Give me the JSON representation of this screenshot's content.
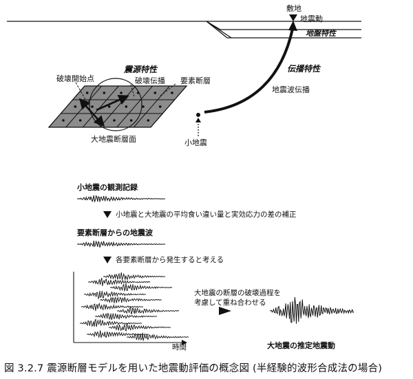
{
  "labels": {
    "site": "敷地",
    "ground_motion": "地震動",
    "site_effect": "地盤特性",
    "propagation_effect": "伝播特性",
    "source_effect": "震源特性",
    "rupture_start": "破壊開始点",
    "rupture_propagation": "破壊伝播",
    "element_fault": "要素断層",
    "wave_propagation": "地震波伝播",
    "large_fault_plane": "大地震断層面",
    "small_earthquake": "小地震"
  },
  "flow": {
    "step1": "小地震の観測記録",
    "note1": "小地震と大地震の平均食い違い量と実効応力の差の補正",
    "step2": "要素断層からの地震波",
    "note2": "各要素断層から発生すると考える",
    "superpose_line1": "大地震の断層の破壊過程を",
    "superpose_line2": "考慮して重ね合わせる",
    "time_axis": "時間",
    "result": "大地震の推定地震動"
  },
  "caption": "図 3.2.7 震源断層モデルを用いた地震動評価の概念図 (半経験的波形合成法の場合)"
}
